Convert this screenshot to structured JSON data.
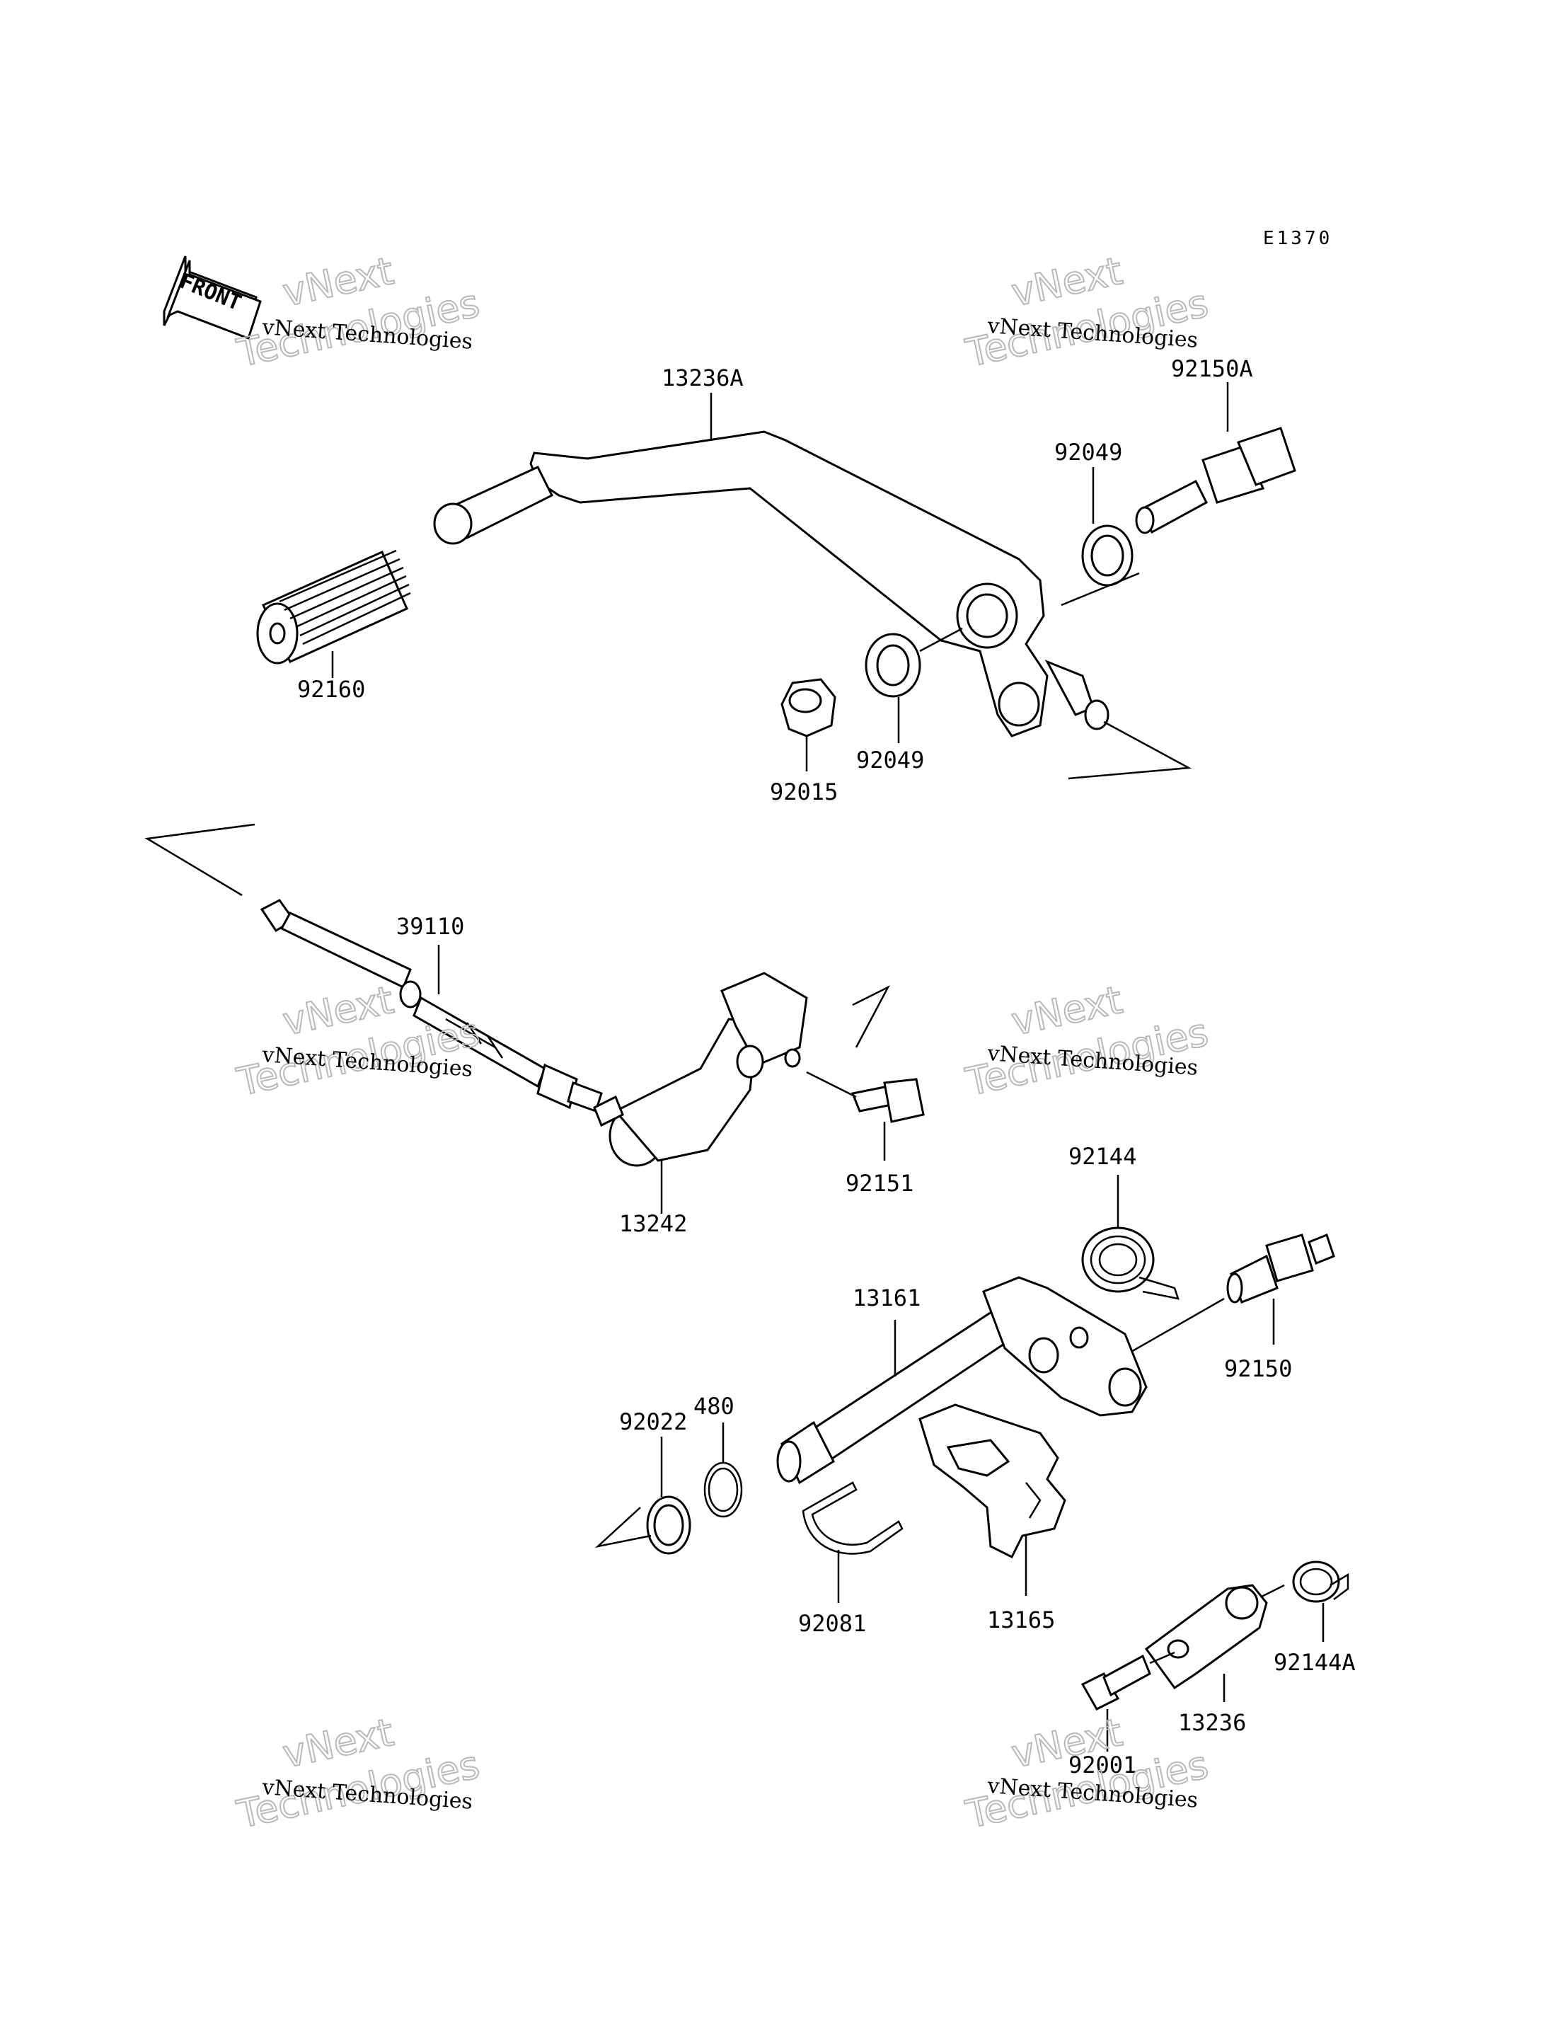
{
  "diagram": {
    "code": "E1370",
    "front_label": "FRONT",
    "watermark": {
      "line1": "vNext",
      "line2": "Technologies",
      "small": "vNext Technologies"
    },
    "parts": [
      {
        "id": "13236A"
      },
      {
        "id": "92150A"
      },
      {
        "id": "92049"
      },
      {
        "id": "92160"
      },
      {
        "id": "92049"
      },
      {
        "id": "92015"
      },
      {
        "id": "39110"
      },
      {
        "id": "13242"
      },
      {
        "id": "92151"
      },
      {
        "id": "92144"
      },
      {
        "id": "13161"
      },
      {
        "id": "92150"
      },
      {
        "id": "480"
      },
      {
        "id": "92022"
      },
      {
        "id": "92081"
      },
      {
        "id": "13165"
      },
      {
        "id": "92144A"
      },
      {
        "id": "13236"
      },
      {
        "id": "92001"
      }
    ]
  }
}
